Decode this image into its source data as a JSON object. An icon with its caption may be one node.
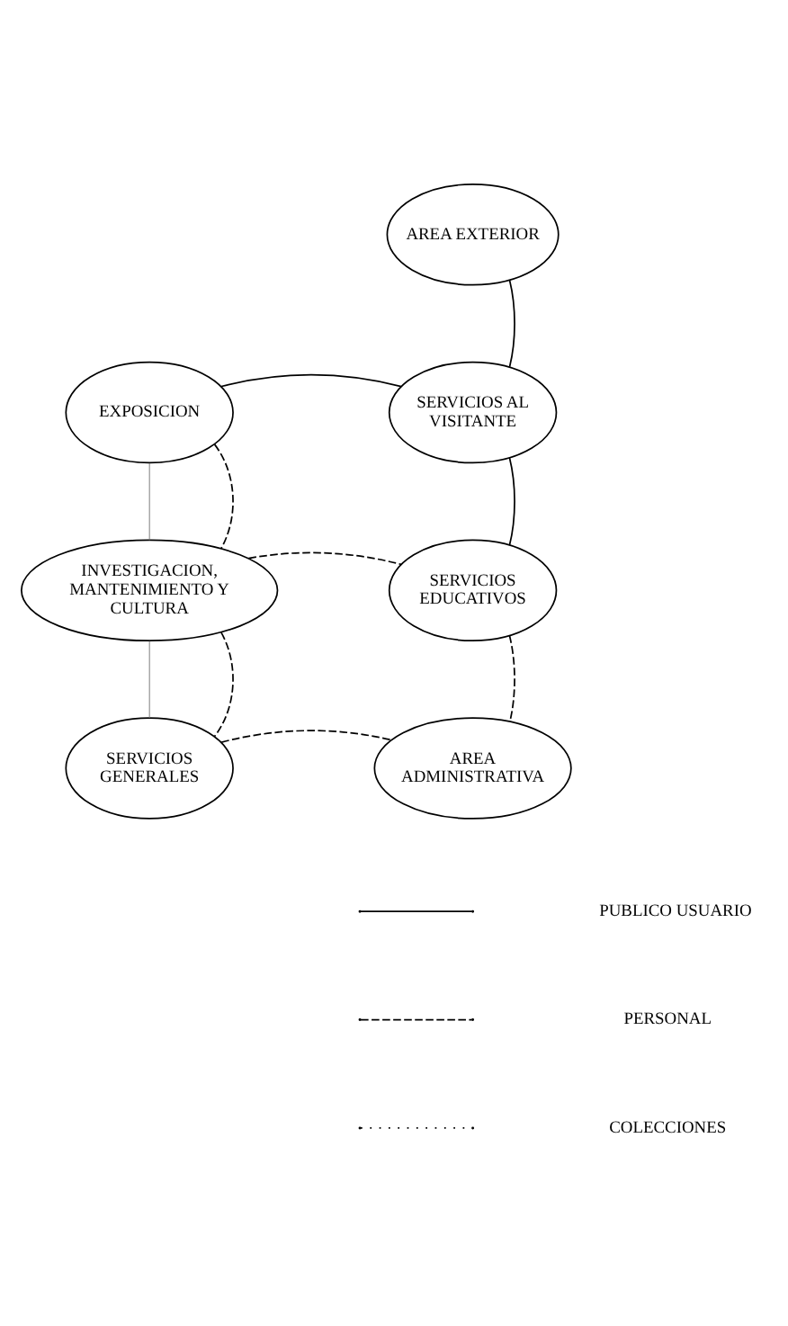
{
  "diagram": {
    "nodes": [
      {
        "text": [
          "AREA EXTERIOR"
        ]
      },
      {
        "text": [
          "EXPOSICION"
        ]
      },
      {
        "text": [
          "SERVICIOS AL VISITANTE"
        ]
      },
      {
        "text": [
          "INVESTIGACION, MANTENIMIENTO Y CULTURA"
        ]
      },
      {
        "text": [
          "SERVICIOS EDUCATIVOS"
        ]
      },
      {
        "text": [
          "SERVICIOS GENERALES"
        ]
      },
      {
        "text": [
          "AREA ADMINISTRATIVA"
        ]
      }
    ],
    "edges": [
      {
        "from": 0,
        "to": 2,
        "arrow": "none"
      },
      {
        "from": 1,
        "to": 2,
        "arrow": "none"
      },
      {
        "from": 2,
        "to": 4,
        "arrow": "none"
      },
      {
        "from": 1,
        "to": 3,
        "arrow": "none",
        "color": "#808080"
      },
      {
        "from": 1,
        "to": 3,
        "arrow": "none",
        "style": "dashed"
      },
      {
        "from": 3,
        "to": 4,
        "arrow": "none",
        "style": "dashed"
      },
      {
        "from": 4,
        "to": 6,
        "arrow": "none",
        "style": "dashed"
      },
      {
        "from": 3,
        "to": 5,
        "arrow": "none",
        "color": "#808080"
      },
      {
        "from": 3,
        "to": 5,
        "arrow": "none",
        "style": "dashed"
      },
      {
        "from": 5,
        "to": 6,
        "arrow": "none",
        "style": "dashed"
      }
    ],
    "legend": [
      {
        "text": "PUBLICO USUARIO"
      },
      {
        "text": "PERSONAL"
      },
      {
        "text": "COLECCIONES"
      }
    ]
  }
}
